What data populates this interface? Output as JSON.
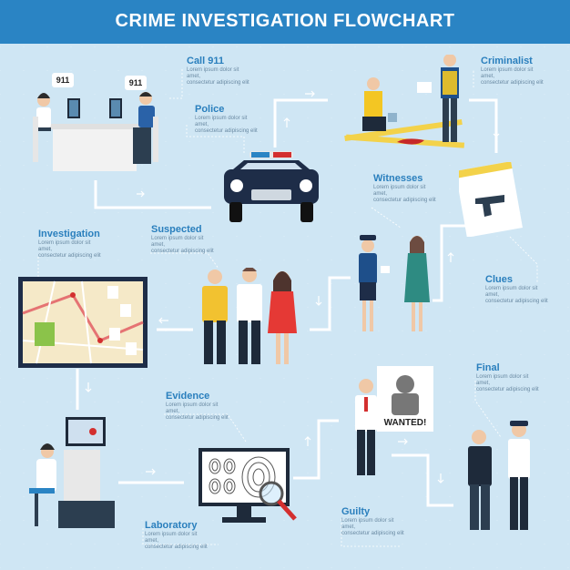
{
  "title": "CRIME INVESTIGATION FLOWCHART",
  "placeholder": {
    "line1": "Lorem ipsum dolor sit amet,",
    "line2": "consectetur adipiscing elit"
  },
  "steps": [
    {
      "id": "call",
      "label": "Call 911"
    },
    {
      "id": "police",
      "label": "Police"
    },
    {
      "id": "criminalist",
      "label": "Criminalist"
    },
    {
      "id": "witnesses",
      "label": "Witnesses"
    },
    {
      "id": "clues",
      "label": "Clues"
    },
    {
      "id": "suspected",
      "label": "Suspected"
    },
    {
      "id": "investigation",
      "label": "Investigation"
    },
    {
      "id": "evidence",
      "label": "Evidence"
    },
    {
      "id": "laboratory",
      "label": "Laboratory"
    },
    {
      "id": "guilty",
      "label": "Guilty"
    },
    {
      "id": "final",
      "label": "Final"
    }
  ],
  "bubbles": {
    "left": "911",
    "right": "911"
  },
  "poster_text": "WANTED!",
  "colors": {
    "header": "#2a84c4",
    "background": "#cfe6f4",
    "label": "#2a7fbd",
    "line": "#ffffff"
  }
}
